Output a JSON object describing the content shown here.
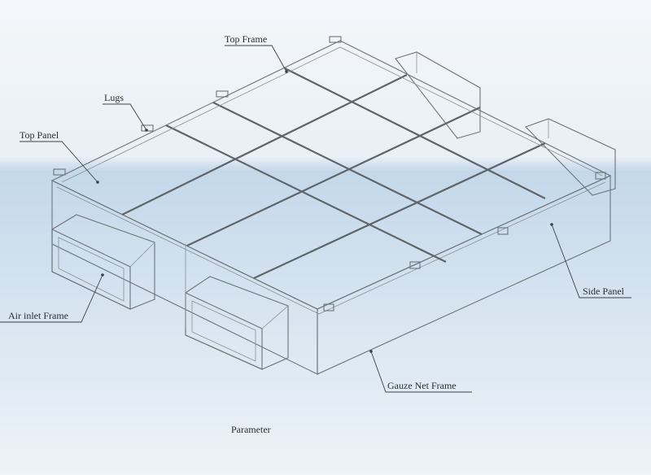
{
  "labels": {
    "top_frame": "Top Frame",
    "lugs": "Lugs",
    "top_panel": "Top Panel",
    "air_inlet_frame": "Air inlet Frame",
    "side_panel": "Side Panel",
    "gauze_net_frame": "Gauze Net Frame"
  },
  "caption": "Parameter",
  "colors": {
    "background_top": "#f2f6fa",
    "background_bottom": "#b9d0e4",
    "line": "#6d7478",
    "text": "#2a2e32"
  }
}
